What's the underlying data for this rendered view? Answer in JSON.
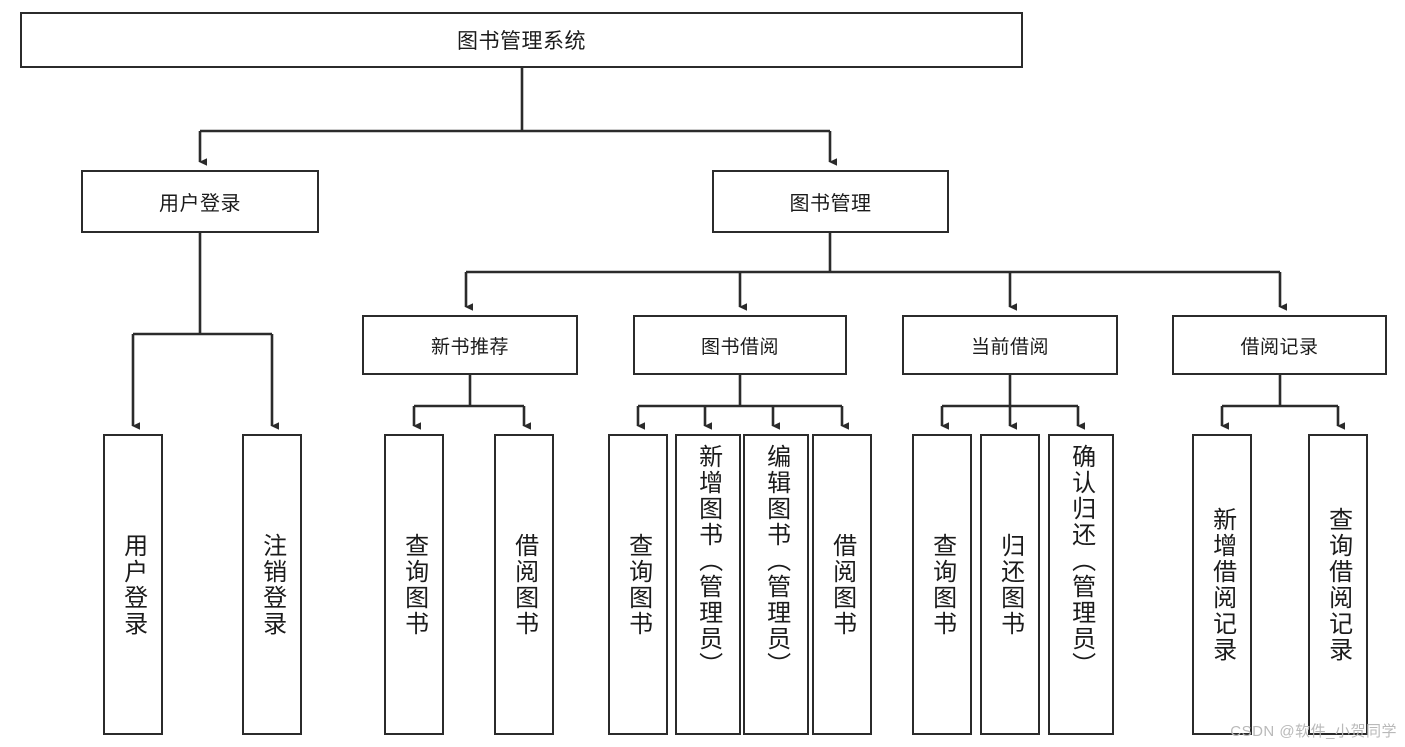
{
  "diagram": {
    "title": "图书管理系统",
    "watermark": "CSDN @软件_小贺同学",
    "colors": {
      "node_border": "#2b2b2b",
      "node_fill": "#ffffff",
      "edge": "#2b2b2b",
      "text": "#1b1b1b",
      "watermark": "#b9b9b9",
      "background": "#ffffff"
    },
    "levels": {
      "root": "图书管理系统",
      "level2": [
        "用户登录",
        "图书管理"
      ],
      "level3": [
        "新书推荐",
        "图书借阅",
        "当前借阅",
        "借阅记录"
      ]
    },
    "nodes": {
      "root": {
        "label": "图书管理系统"
      },
      "login": {
        "label": "用户登录"
      },
      "bookmgr": {
        "label": "图书管理"
      },
      "newbook": {
        "label": "新书推荐"
      },
      "borrow": {
        "label": "图书借阅"
      },
      "current": {
        "label": "当前借阅"
      },
      "record": {
        "label": "借阅记录"
      },
      "leaf_login_1": {
        "label": "用户登录"
      },
      "leaf_login_2": {
        "label": "注销登录"
      },
      "leaf_newbook_1": {
        "label": "查询图书"
      },
      "leaf_newbook_2": {
        "label": "借阅图书"
      },
      "leaf_borrow_1": {
        "label": "查询图书"
      },
      "leaf_borrow_2": {
        "label": "新增图书（管理员）"
      },
      "leaf_borrow_3": {
        "label": "编辑图书（管理员）"
      },
      "leaf_borrow_4": {
        "label": "借阅图书"
      },
      "leaf_current_1": {
        "label": "查询图书"
      },
      "leaf_current_2": {
        "label": "归还图书"
      },
      "leaf_current_3": {
        "label": "确认归还（管理员）"
      },
      "leaf_record_1": {
        "label": "新增借阅记录"
      },
      "leaf_record_2": {
        "label": "查询借阅记录"
      }
    },
    "tree": {
      "图书管理系统": {
        "用户登录": [
          "用户登录",
          "注销登录"
        ],
        "图书管理": {
          "新书推荐": [
            "查询图书",
            "借阅图书"
          ],
          "图书借阅": [
            "查询图书",
            "新增图书（管理员）",
            "编辑图书（管理员）",
            "借阅图书"
          ],
          "当前借阅": [
            "查询图书",
            "归还图书",
            "确认归还（管理员）"
          ],
          "借阅记录": [
            "新增借阅记录",
            "查询借阅记录"
          ]
        }
      }
    }
  }
}
